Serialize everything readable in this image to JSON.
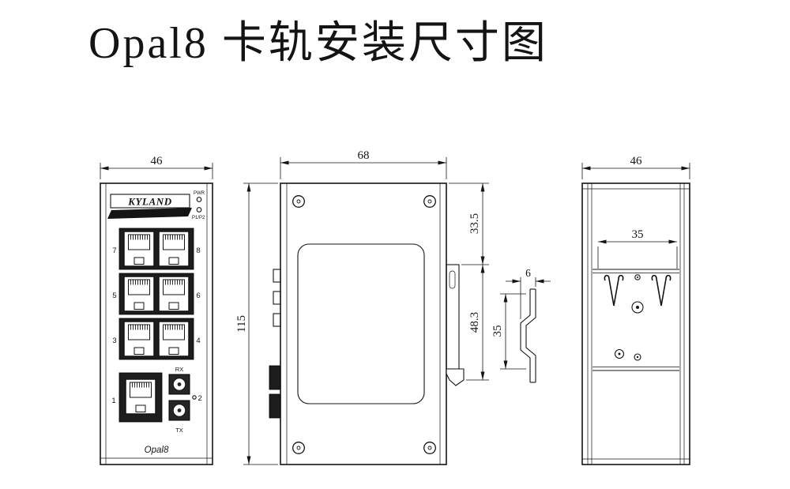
{
  "title": "Opal8 卡轨安装尺寸图",
  "colors": {
    "ink": "#141414",
    "panel": "#1d1d1d",
    "background": "#ffffff"
  },
  "front_view": {
    "dim_width": "46",
    "brand": "KYLAND",
    "led1_label": "PWR",
    "led2_label": "P1/P2",
    "ports": {
      "row1": [
        "7",
        "8"
      ],
      "row2": [
        "5",
        "6"
      ],
      "row3": [
        "3",
        "4"
      ]
    },
    "port1": "1",
    "port2": "2",
    "rx": "RX",
    "tx": "TX",
    "model": "Opal8"
  },
  "side_view": {
    "dim_width": "68",
    "dim_height": "115",
    "dim_clip_top": "33.5",
    "dim_clip_height": "48.3"
  },
  "clip_profile": {
    "dim_thickness": "6",
    "dim_height": "35"
  },
  "back_view": {
    "dim_width": "46",
    "dim_rail": "35"
  }
}
